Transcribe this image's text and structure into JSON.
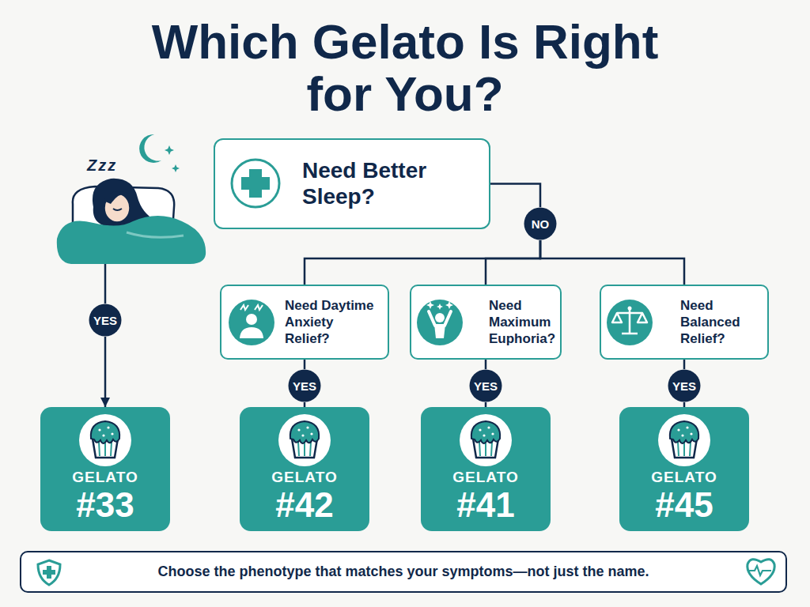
{
  "diagram": {
    "title": "Which Gelato Is Right for You?",
    "caption": "Choose the phenotype that matches your symptoms—not just the name.",
    "nodes": [
      {
        "text": [
          "Need Better Sleep?"
        ]
      },
      {
        "text": [
          "NO"
        ]
      },
      {
        "text": [
          "YES"
        ]
      },
      {
        "text": [
          "Need Daytime Anxiety Relief?"
        ]
      },
      {
        "text": [
          "Need Maximum Euphoria?"
        ]
      },
      {
        "text": [
          "Need Balanced Relief?"
        ]
      },
      {
        "text": [
          "YES"
        ]
      },
      {
        "text": [
          "YES"
        ]
      },
      {
        "text": [
          "YES"
        ]
      },
      {
        "text": [
          "GELATO",
          "#33"
        ]
      },
      {
        "text": [
          "GELATO",
          "#42"
        ]
      },
      {
        "text": [
          "GELATO",
          "#41"
        ]
      },
      {
        "text": [
          "GELATO",
          "#45"
        ]
      }
    ],
    "edges": [
      {
        "from": 0,
        "to": 1,
        "arrow": "none"
      },
      {
        "from": 1,
        "to": 3,
        "arrow": "none"
      },
      {
        "from": 1,
        "to": 4,
        "arrow": "none"
      },
      {
        "from": 1,
        "to": 5,
        "arrow": "none"
      },
      {
        "from": 2,
        "to": 9,
        "arrow": "to"
      },
      {
        "from": 3,
        "to": 6,
        "arrow": "none"
      },
      {
        "from": 6,
        "to": 10,
        "arrow": "none"
      },
      {
        "from": 4,
        "to": 7,
        "arrow": "none"
      },
      {
        "from": 7,
        "to": 11,
        "arrow": "none"
      },
      {
        "from": 5,
        "to": 8,
        "arrow": "none"
      },
      {
        "from": 8,
        "to": 12,
        "arrow": "none"
      }
    ],
    "labels": [
      "Zzz"
    ]
  }
}
